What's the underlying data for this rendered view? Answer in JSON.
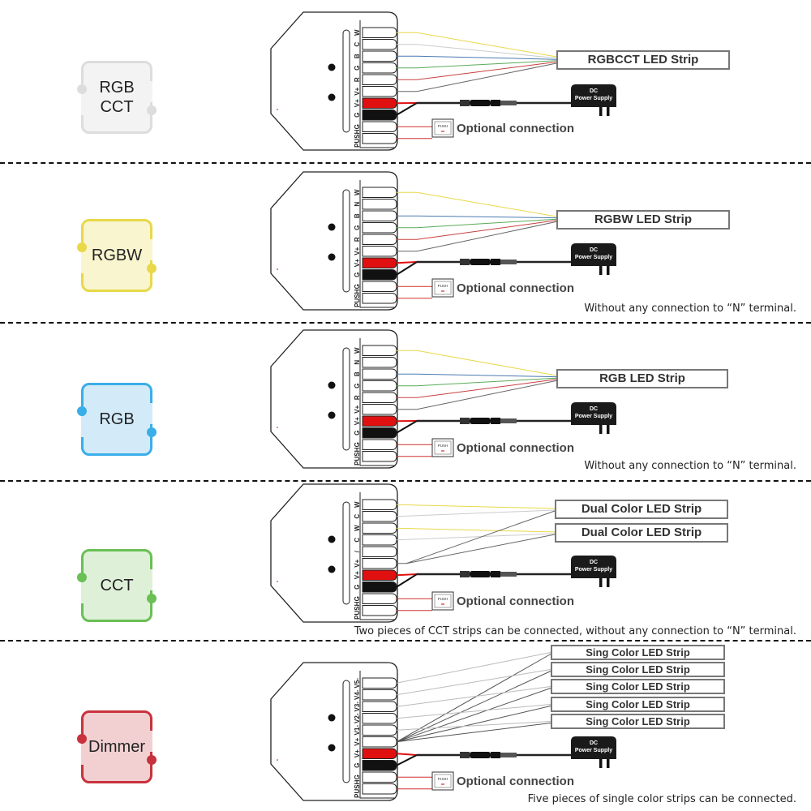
{
  "sections": [
    {
      "mode": "RGB CCT",
      "mode_lines": [
        "RGB",
        "CCT"
      ],
      "box_color": "#dddddd",
      "box_fill": "#f3f3f3",
      "terminals": [
        "W",
        "C",
        "B",
        "G",
        "R",
        "V+",
        "V+",
        "G",
        "G",
        "PUSH"
      ],
      "wire_colors": [
        "#e8d84a",
        "#cccccc",
        "#4a7ab0",
        "#5aaa5a",
        "#c84040",
        "#666666"
      ],
      "strips": [
        "RGBCCT LED Strip"
      ],
      "power_supply": [
        "DC",
        "Power Supply"
      ],
      "push_label": "PUSH",
      "optional": "Optional connection",
      "note": ""
    },
    {
      "mode": "RGBW",
      "mode_lines": [
        "RGBW"
      ],
      "box_color": "#e8d84a",
      "box_fill": "#f9f5cf",
      "terminals": [
        "W",
        "N",
        "B",
        "G",
        "R",
        "V+",
        "V+",
        "G",
        "G",
        "PUSH"
      ],
      "wire_colors": [
        "#e8d84a",
        "#4a7ab0",
        "#5aaa5a",
        "#c84040",
        "#666666"
      ],
      "strips": [
        "RGBW LED Strip"
      ],
      "power_supply": [
        "DC",
        "Power Supply"
      ],
      "push_label": "PUSH",
      "optional": "Optional connection",
      "note": "Without any connection to “N” terminal."
    },
    {
      "mode": "RGB",
      "mode_lines": [
        "RGB"
      ],
      "box_color": "#3aaee8",
      "box_fill": "#d3ebf9",
      "terminals": [
        "W",
        "N",
        "B",
        "G",
        "R",
        "V+",
        "V+",
        "G",
        "G",
        "PUSH"
      ],
      "wire_colors": [
        "#e8d84a",
        "#4a7ab0",
        "#5aaa5a",
        "#c84040",
        "#666666"
      ],
      "strips": [
        "RGB LED Strip"
      ],
      "power_supply": [
        "DC",
        "Power Supply"
      ],
      "push_label": "PUSH",
      "optional": "Optional connection",
      "note": "Without any connection to “N” terminal."
    },
    {
      "mode": "CCT",
      "mode_lines": [
        "CCT"
      ],
      "box_color": "#6abf55",
      "box_fill": "#dff0d8",
      "terminals": [
        "W",
        "C",
        "W",
        "C",
        "/",
        "V+",
        "V+",
        "G",
        "G",
        "PUSH"
      ],
      "wire_colors": [
        "#e8d84a",
        "#cccccc",
        "#e8d84a",
        "#cccccc",
        "#666666"
      ],
      "strips": [
        "Dual Color LED Strip",
        "Dual Color LED Strip"
      ],
      "power_supply": [
        "DC",
        "Power Supply"
      ],
      "push_label": "PUSH",
      "optional": "Optional connection",
      "note": "Two pieces of CCT strips can be connected, without any connection to “N” terminal."
    },
    {
      "mode": "Dimmer",
      "mode_lines": [
        "Dimmer"
      ],
      "box_color": "#c8323c",
      "box_fill": "#f2d0d2",
      "terminals": [
        "V5-",
        "V4-",
        "V3-",
        "V2-",
        "V1-",
        "V+",
        "V+",
        "G",
        "G",
        "PUSH"
      ],
      "wire_colors": [
        "#bbbbbb",
        "#bbbbbb",
        "#bbbbbb",
        "#bbbbbb",
        "#bbbbbb",
        "#555555"
      ],
      "strips": [
        "Sing Color LED Strip",
        "Sing Color LED Strip",
        "Sing Color LED Strip",
        "Sing Color LED Strip",
        "Sing Color LED Strip"
      ],
      "power_supply": [
        "DC",
        "Power Supply"
      ],
      "push_label": "PUSH",
      "optional": "Optional connection",
      "note": "Five pieces of single color strips can be connected."
    }
  ]
}
